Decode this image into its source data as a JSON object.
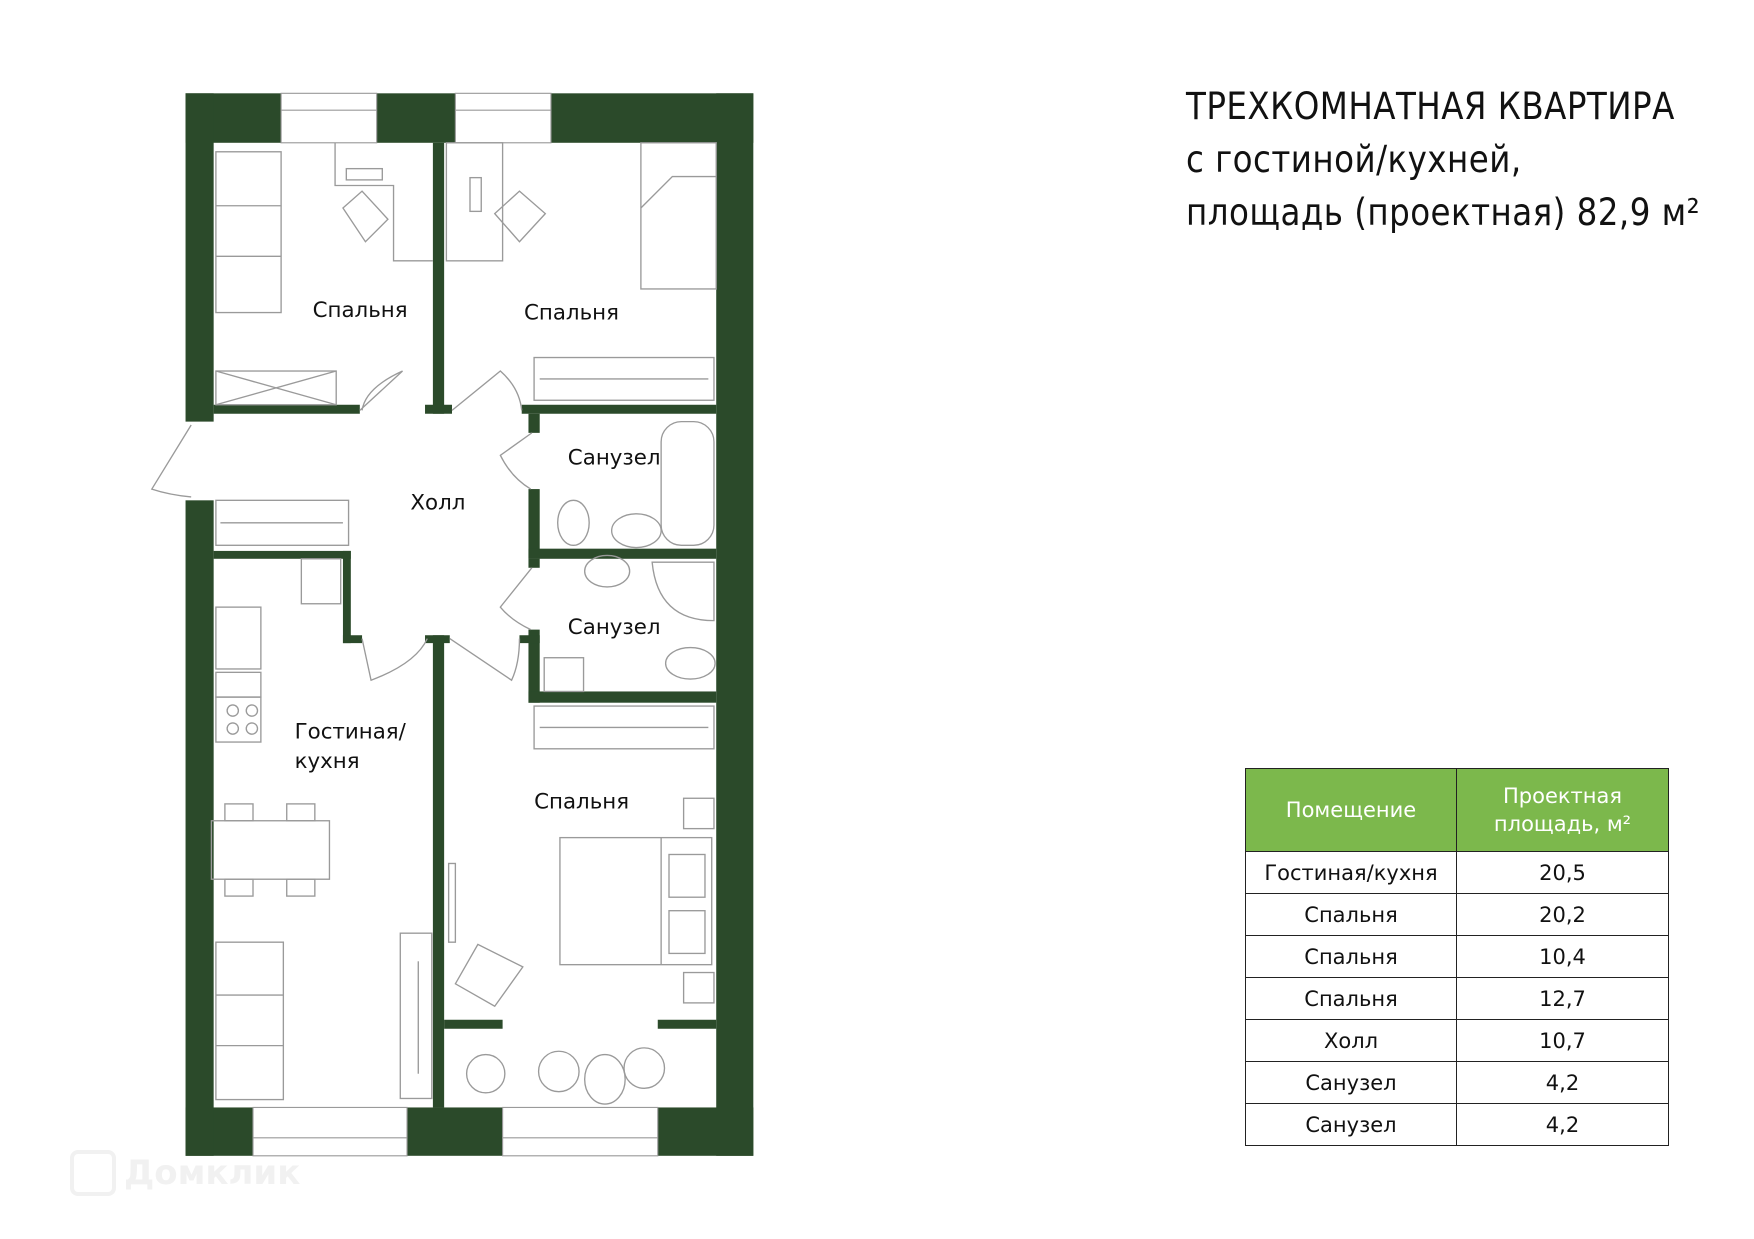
{
  "title": {
    "line1": "ТРЕХКОМНАТНАЯ КВАРТИРА",
    "line2": "с гостиной/кухней,",
    "line3": "площадь (проектная) 82,9 м²"
  },
  "plan": {
    "wall_color": "#2b4a2a",
    "rooms": {
      "bedroom_1": "Спальня",
      "bedroom_2": "Спальня",
      "bathroom_1": "Санузел",
      "bathroom_2": "Санузел",
      "hall": "Холл",
      "living_line1": "Гостиная/",
      "living_line2": "кухня",
      "bedroom_3": "Спальня"
    }
  },
  "table": {
    "header_color": "#7cb84c",
    "col1": "Помещение",
    "col2_line1": "Проектная",
    "col2_line2": "площадь, м²",
    "rows": [
      {
        "room": "Гостиная/кухня",
        "area": "20,5"
      },
      {
        "room": "Спальня",
        "area": "20,2"
      },
      {
        "room": "Спальня",
        "area": "10,4"
      },
      {
        "room": "Спальня",
        "area": "12,7"
      },
      {
        "room": "Холл",
        "area": "10,7"
      },
      {
        "room": "Санузел",
        "area": "4,2"
      },
      {
        "room": "Санузел",
        "area": "4,2"
      }
    ]
  },
  "watermark": "Домклик"
}
